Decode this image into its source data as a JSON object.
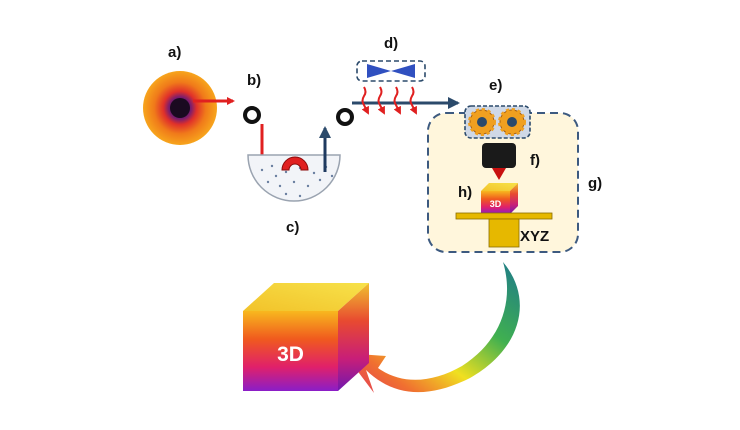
{
  "labels": {
    "a": "a)",
    "b": "b)",
    "c": "c)",
    "d": "d)",
    "e": "e)",
    "f": "f)",
    "g": "g)",
    "h": "h)",
    "xyz": "XYZ"
  },
  "cube_small_text": "3D",
  "cube_big_text": "3D",
  "colors": {
    "dark_navy": "#1f3a5f",
    "arrow_red": "#e02020",
    "box_border": "#3d5a80",
    "box_fill": "#fff6dc",
    "bed_yellow": "#e6b800",
    "gear_orange": "#f0a020"
  },
  "icons": [
    "spool-icon",
    "roller-icon",
    "bath-icon",
    "heater-icon",
    "gear-icon",
    "nozzle-icon",
    "build-plate-icon",
    "cube-icon",
    "curved-arrow-icon"
  ]
}
